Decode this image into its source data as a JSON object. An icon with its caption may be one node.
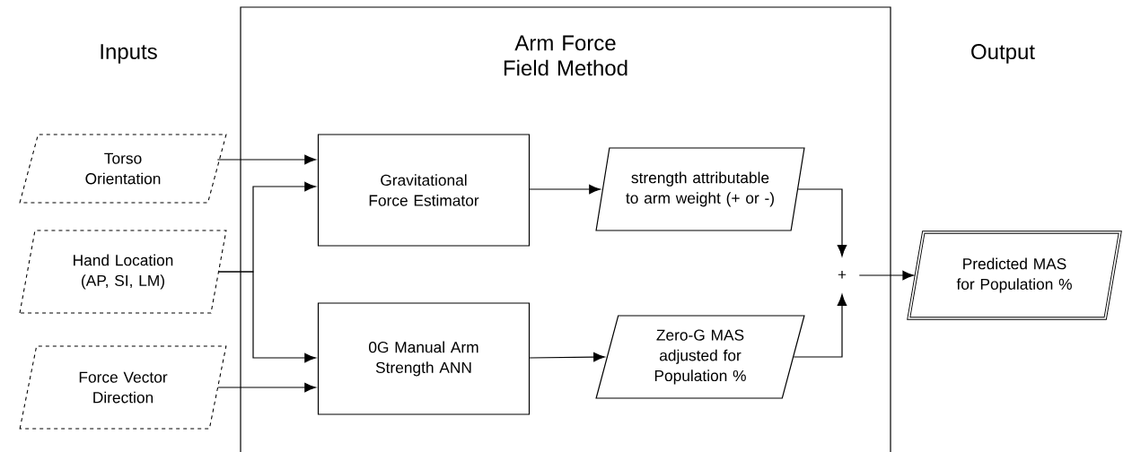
{
  "diagram": {
    "nodes": [
      {
        "text": [
          "Arm Force Field Method"
        ]
      },
      {
        "text": [
          "Torso Orientation"
        ]
      },
      {
        "text": [
          "Hand Location (AP, SI, LM)"
        ]
      },
      {
        "text": [
          "Force Vector Direction"
        ]
      },
      {
        "text": [
          "Gravitational Force Estimator"
        ],
        "in": 0
      },
      {
        "text": [
          "0G Manual Arm Strength ANN"
        ],
        "in": 0
      },
      {
        "text": [
          "strength attributable to arm weight (+ or -)"
        ],
        "in": 0
      },
      {
        "text": [
          "Zero-G MAS adjusted for Population %"
        ],
        "in": 0
      },
      {
        "text": [
          "+"
        ],
        "in": 0
      },
      {
        "text": [
          "Predicted MAS for Population %"
        ]
      }
    ],
    "edges": [
      {
        "from": 1,
        "to": 4,
        "arrow": "to"
      },
      {
        "from": 2,
        "to": 4,
        "arrow": "to"
      },
      {
        "from": 2,
        "to": 5,
        "arrow": "to"
      },
      {
        "from": 3,
        "to": 5,
        "arrow": "to"
      },
      {
        "from": 4,
        "to": 6,
        "arrow": "to"
      },
      {
        "from": 5,
        "to": 7,
        "arrow": "to"
      },
      {
        "from": 6,
        "to": 8,
        "arrow": "to"
      },
      {
        "from": 7,
        "to": 8,
        "arrow": "to"
      },
      {
        "from": 8,
        "to": 9,
        "arrow": "to"
      }
    ],
    "labels": [
      "Inputs",
      "Output"
    ]
  }
}
